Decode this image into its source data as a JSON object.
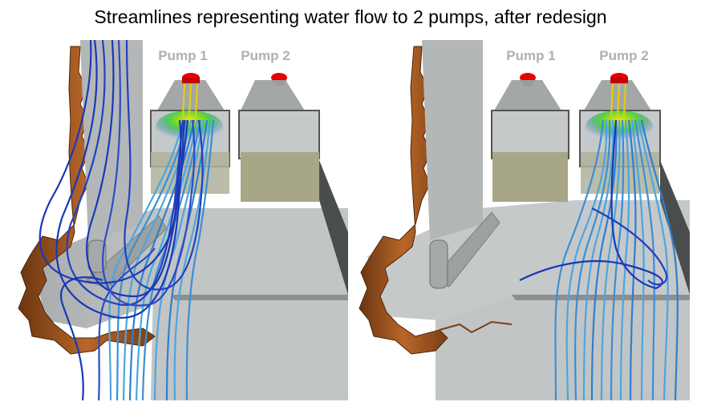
{
  "title": "Streamlines representing water flow to 2 pumps, after redesign",
  "panels": [
    {
      "pump_labels": [
        "Pump 1",
        "Pump 2"
      ],
      "active_pump": "Pump 1"
    },
    {
      "pump_labels": [
        "Pump 1",
        "Pump 2"
      ],
      "active_pump": "Pump 2"
    }
  ],
  "colors": {
    "background": "#ffffff",
    "structure": "#b9bcbc",
    "wall": "#8a4a1c",
    "streamline_dark": "#1838b8",
    "streamline_light": "#4aa6e0",
    "pump_head": "#e60000",
    "screen_box": "#a9a98a"
  }
}
